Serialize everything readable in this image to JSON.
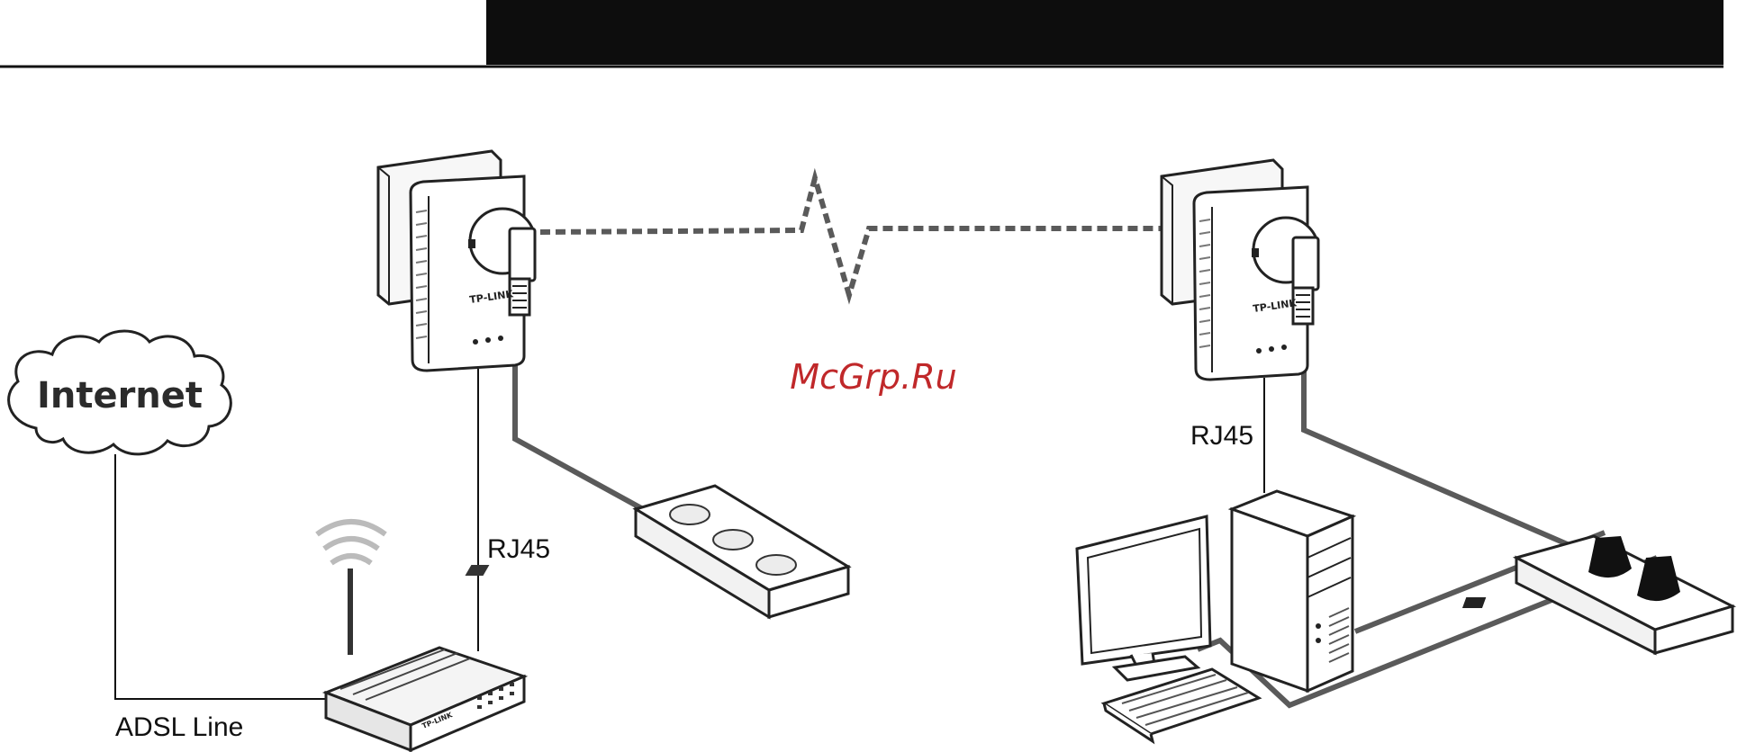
{
  "labels": {
    "internet": "Internet",
    "adsl_line": "ADSL Line",
    "rj45_left": "RJ45",
    "rj45_right": "RJ45",
    "watermark": "McGrp.Ru",
    "brand_left": "TP-LINK",
    "brand_right": "TP-LINK",
    "router_brand": "TP-LINK"
  },
  "colors": {
    "header_bar": "#0d0d0d",
    "cable_gray": "#5a5a5a",
    "watermark_red": "#c0282a"
  },
  "icons": {
    "cloud": "cloud-icon",
    "router": "router-icon",
    "powerline_adapter": "powerline-adapter-icon",
    "power_strip": "power-strip-icon",
    "wall_socket": "wall-socket-icon",
    "computer": "desktop-computer-icon",
    "monitor": "monitor-icon",
    "keyboard": "keyboard-icon",
    "wifi": "wifi-icon"
  }
}
